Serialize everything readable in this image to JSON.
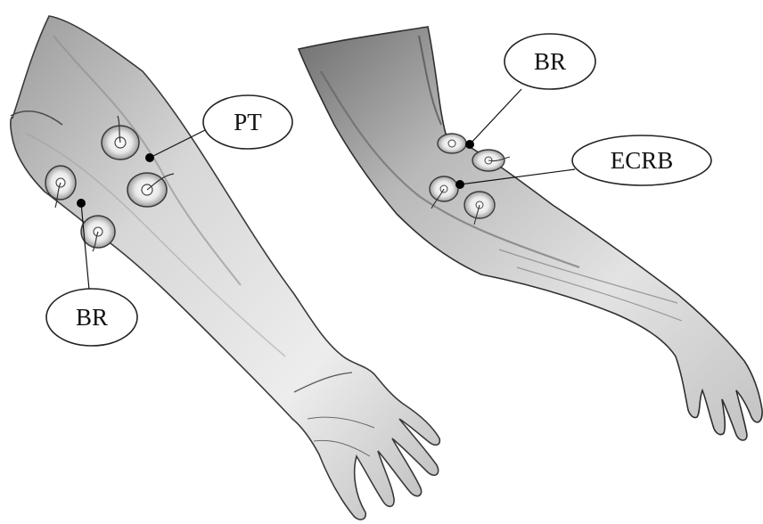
{
  "labels": {
    "left_pt": "PT",
    "left_br": "BR",
    "right_br": "BR",
    "right_ecrb": "ECRB"
  },
  "icons": {
    "electrode": "electrode-icon",
    "left_arm": "forearm-supinated-illustration",
    "right_arm": "forearm-pronated-illustration"
  },
  "colors": {
    "skin_light": "#eeeeee",
    "skin_mid": "#c9c9c9",
    "skin_dark": "#7a7a7a",
    "outline": "#3a3a3a",
    "marker": "#000000"
  }
}
